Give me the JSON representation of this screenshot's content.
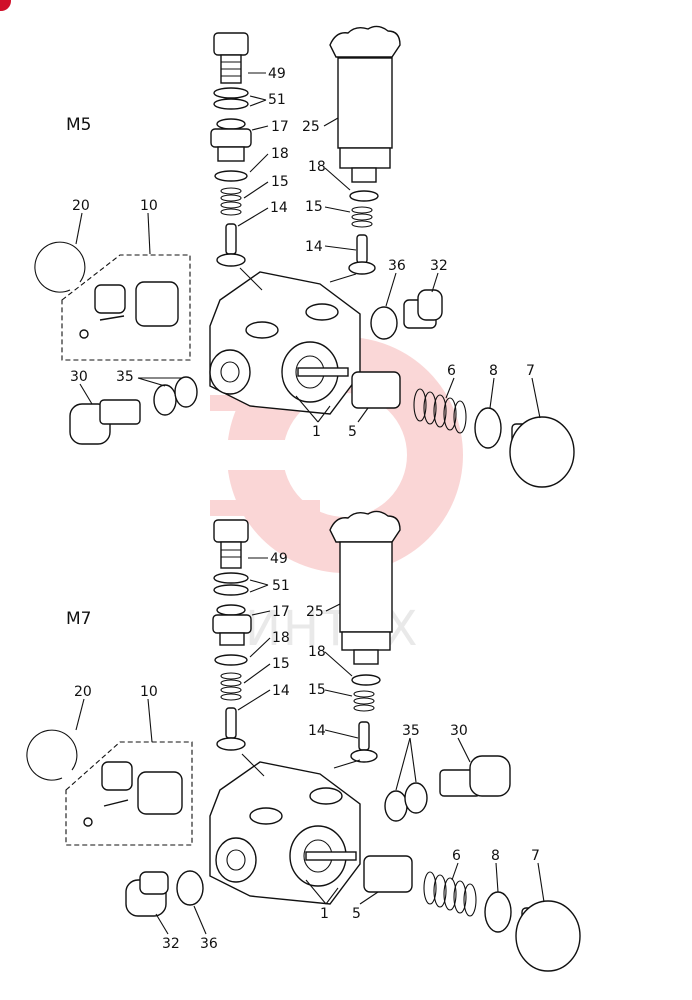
{
  "watermark": {
    "text": "ИНТЕХ",
    "color": "#f28b8b"
  },
  "badge_color": "#d0102a",
  "sections": [
    {
      "id": "m5",
      "title": "M5",
      "part_labels": [
        "49",
        "51",
        "17",
        "18",
        "15",
        "14",
        "25",
        "18",
        "15",
        "14",
        "20",
        "10",
        "36",
        "32",
        "30",
        "35",
        "6",
        "8",
        "7",
        "1",
        "5"
      ]
    },
    {
      "id": "m7",
      "title": "M7",
      "part_labels": [
        "49",
        "51",
        "17",
        "18",
        "15",
        "14",
        "25",
        "18",
        "15",
        "14",
        "20",
        "10",
        "35",
        "30",
        "6",
        "8",
        "7",
        "1",
        "5",
        "32",
        "36"
      ]
    }
  ]
}
